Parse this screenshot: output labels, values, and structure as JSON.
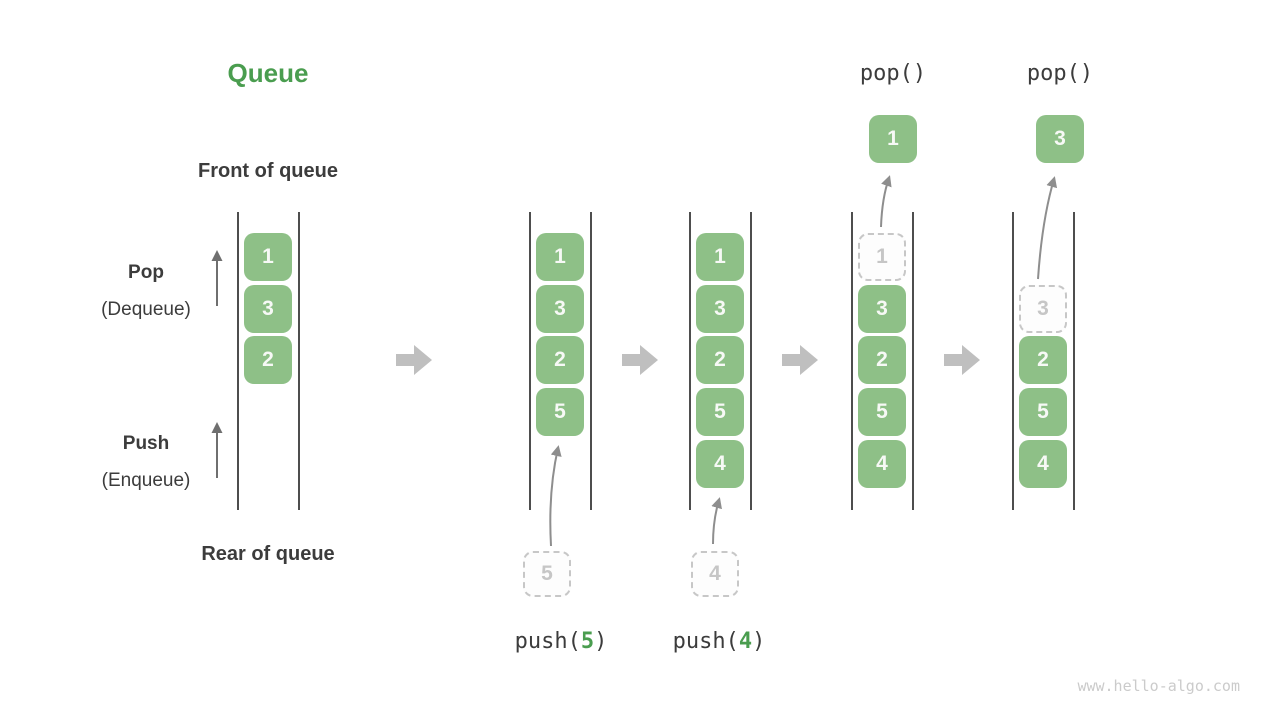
{
  "title": "Queue",
  "labels": {
    "front": "Front of queue",
    "rear": "Rear of queue",
    "pop": "Pop",
    "pop_sub": "(Dequeue)",
    "push": "Push",
    "push_sub": "(Enqueue)"
  },
  "watermark": "www.hello-algo.com",
  "colors": {
    "box_green": "#8ec087",
    "title_green": "#4a9d4f",
    "accent_green": "#4a9d4f",
    "dark_text": "#3c3c3c",
    "mono_text": "#3c3c3c",
    "cell_text": "#f7f9f6",
    "ghost_border": "#c7c7c7",
    "ghost_text": "#c6c6c6",
    "queue_line": "#4e4e4e",
    "block_arrow": "#bfbfbf",
    "curve_arrow": "#8e8e8e",
    "side_arrow": "#6f6f6f",
    "watermark": "#cbcbcb"
  },
  "queues": [
    {
      "start_row": 0,
      "cells": [
        {
          "v": "1"
        },
        {
          "v": "3"
        },
        {
          "v": "2"
        }
      ]
    },
    {
      "start_row": 0,
      "cells": [
        {
          "v": "1"
        },
        {
          "v": "3"
        },
        {
          "v": "2"
        },
        {
          "v": "5"
        }
      ],
      "push_op": {
        "call_prefix": "push(",
        "arg": "5",
        "call_suffix": ")",
        "incoming_value": "5"
      }
    },
    {
      "start_row": 0,
      "cells": [
        {
          "v": "1"
        },
        {
          "v": "3"
        },
        {
          "v": "2"
        },
        {
          "v": "5"
        },
        {
          "v": "4"
        }
      ],
      "push_op": {
        "call_prefix": "push(",
        "arg": "4",
        "call_suffix": ")",
        "incoming_value": "4"
      }
    },
    {
      "start_row": 0,
      "cells": [
        {
          "v": "1",
          "ghost": true
        },
        {
          "v": "3"
        },
        {
          "v": "2"
        },
        {
          "v": "5"
        },
        {
          "v": "4"
        }
      ],
      "pop_op": {
        "call": "pop()",
        "popped_value": "1"
      }
    },
    {
      "start_row": 1,
      "cells": [
        {
          "v": "3",
          "ghost": true
        },
        {
          "v": "2"
        },
        {
          "v": "5"
        },
        {
          "v": "4"
        }
      ],
      "pop_op": {
        "call": "pop()",
        "popped_value": "3"
      }
    }
  ]
}
